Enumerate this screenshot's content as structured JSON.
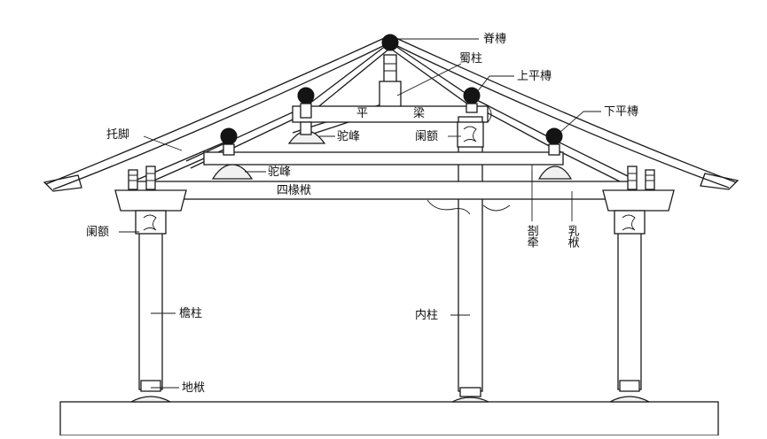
{
  "labels": {
    "ridge_purlin": "脊槫",
    "king_post": "蜀柱",
    "upper_purlin": "上平槫",
    "lower_purlin": "下平槫",
    "tuojiao": "托脚",
    "flat_beam_left": "平",
    "flat_beam_right": "梁",
    "camel_hump_upper": "驼峰",
    "architrave_inner": "阑额",
    "camel_hump_lower": "驼峰",
    "four_rafter_beam": "四椽栿",
    "architrave_left": "阑额",
    "chazhu": "剳牵",
    "rufu": "乳栿",
    "eave_column": "檐柱",
    "inner_column": "内柱",
    "ground_beam": "地栿"
  }
}
